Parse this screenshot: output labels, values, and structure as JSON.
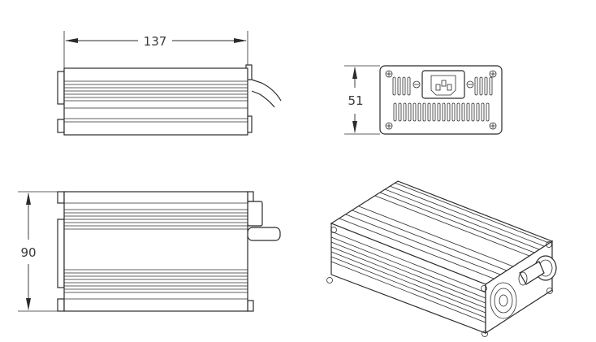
{
  "dimensions": {
    "length": "137",
    "height": "51",
    "width": "90"
  }
}
